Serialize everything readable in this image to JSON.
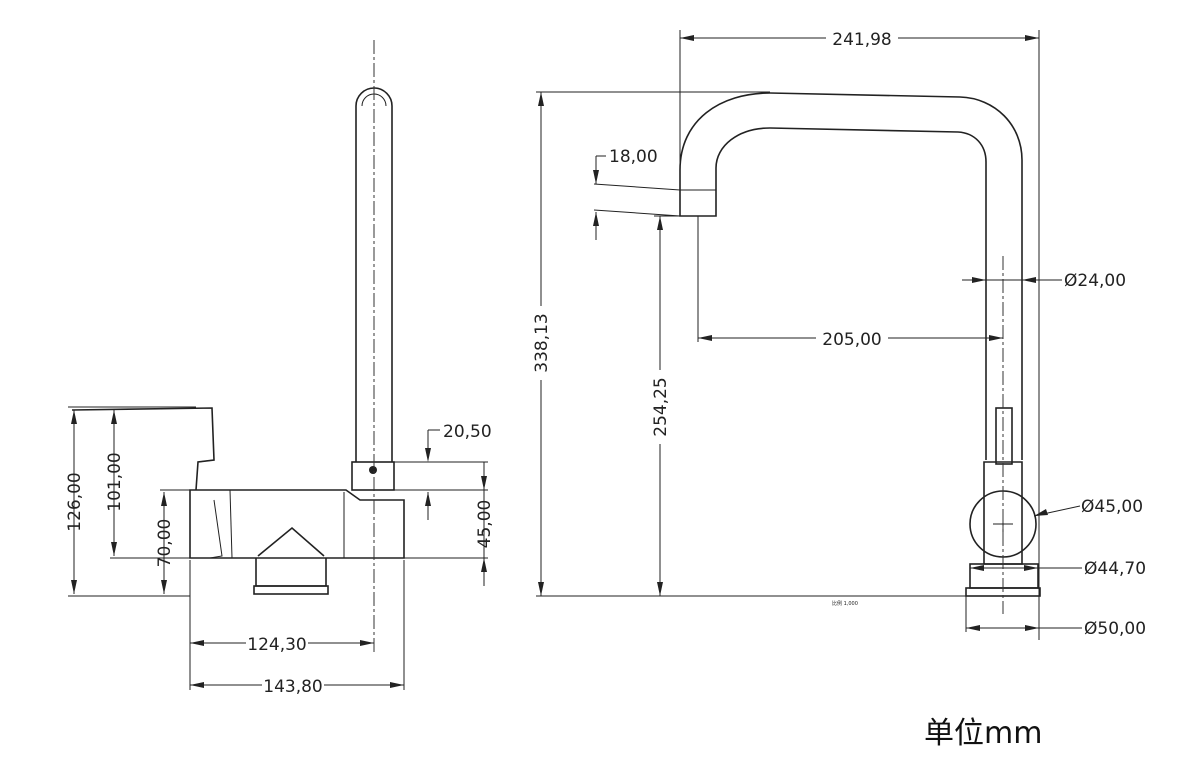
{
  "side_view": {
    "dims": {
      "height_126": "126,00",
      "height_101": "101,00",
      "height_70": "70,00",
      "offset_20_50": "20,50",
      "height_45": "45,00",
      "width_124_30": "124,30",
      "width_143_80": "143,80"
    }
  },
  "front_view": {
    "dims": {
      "reach_241_98": "241,98",
      "outlet_18": "18,00",
      "total_height_338_13": "338,13",
      "outlet_height_254_25": "254,25",
      "spout_dia_24": "Ø24,00",
      "reach_205": "205,00",
      "body_dia_45": "Ø45,00",
      "base_dia_44_70": "Ø44,70",
      "flange_dia_50": "Ø50,00"
    },
    "scale_note": "比例 1,000"
  },
  "unit_label": "单位mm",
  "line_color": "#222222"
}
